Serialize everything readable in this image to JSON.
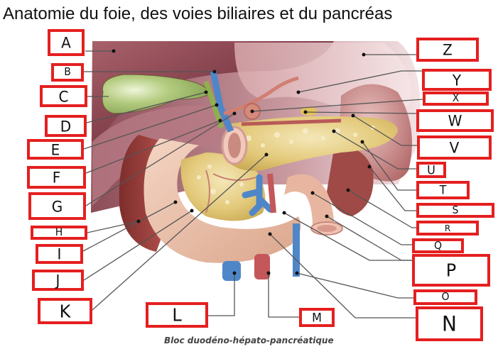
{
  "title": "Anatomie du foie, des voies biliaires et du pancréas",
  "caption": "Bloc duodéno-hépato-pancréatique",
  "colors": {
    "box_border": "#e51f1f",
    "liver": "#8e4a55",
    "gallbladder": "#9dbb6a",
    "pancreas": "#e7cf86",
    "duodenum": "#ecc1a8",
    "spleen": "#c98481",
    "kidney": "#9b3d3a",
    "vein": "#4f86c8",
    "artery": "#c4575a",
    "leader_line": "#555555"
  },
  "labels": {
    "left": [
      {
        "id": "A",
        "text": "A"
      },
      {
        "id": "B",
        "text": "B"
      },
      {
        "id": "C",
        "text": "C"
      },
      {
        "id": "D",
        "text": "D"
      },
      {
        "id": "E",
        "text": "E"
      },
      {
        "id": "F",
        "text": "F"
      },
      {
        "id": "G",
        "text": "G"
      },
      {
        "id": "H",
        "text": "H"
      },
      {
        "id": "I",
        "text": "I"
      },
      {
        "id": "J",
        "text": "J"
      },
      {
        "id": "K",
        "text": "K"
      }
    ],
    "bottom": [
      {
        "id": "L",
        "text": "L"
      },
      {
        "id": "M",
        "text": "M"
      }
    ],
    "right": [
      {
        "id": "Z",
        "text": "Z"
      },
      {
        "id": "Y",
        "text": "Y"
      },
      {
        "id": "X",
        "text": "X"
      },
      {
        "id": "W",
        "text": "W"
      },
      {
        "id": "V",
        "text": "V"
      },
      {
        "id": "U",
        "text": "U"
      },
      {
        "id": "T",
        "text": "T"
      },
      {
        "id": "S",
        "text": "S"
      },
      {
        "id": "R",
        "text": "R"
      },
      {
        "id": "Q",
        "text": "Q"
      },
      {
        "id": "P",
        "text": "P"
      },
      {
        "id": "O",
        "text": "O"
      },
      {
        "id": "N",
        "text": "N"
      }
    ]
  }
}
